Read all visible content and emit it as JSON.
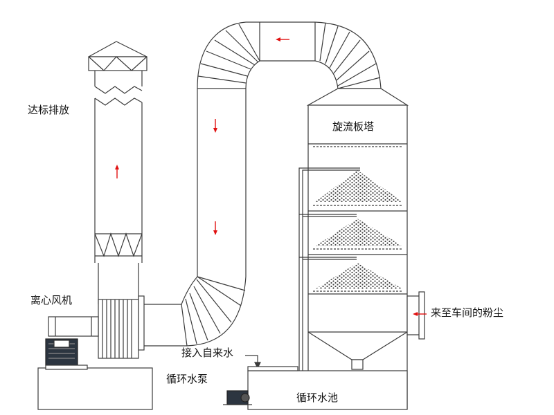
{
  "labels": {
    "exhaust": "达标排放",
    "fan": "离心风机",
    "tower": "旋流板塔",
    "inlet": "来至车间的粉尘",
    "water_in": "接入自来水",
    "pump": "循环水泵",
    "pool": "循环水池"
  },
  "colors": {
    "line": "#3a3a3a",
    "flow_arrow": "#e01010",
    "motor": "#2c3540",
    "background": "#ffffff"
  },
  "icons": {
    "flow_arrows": [
      "arrow-left-icon",
      "arrow-up-icon",
      "arrow-down-icon",
      "arrow-left-icon"
    ]
  }
}
